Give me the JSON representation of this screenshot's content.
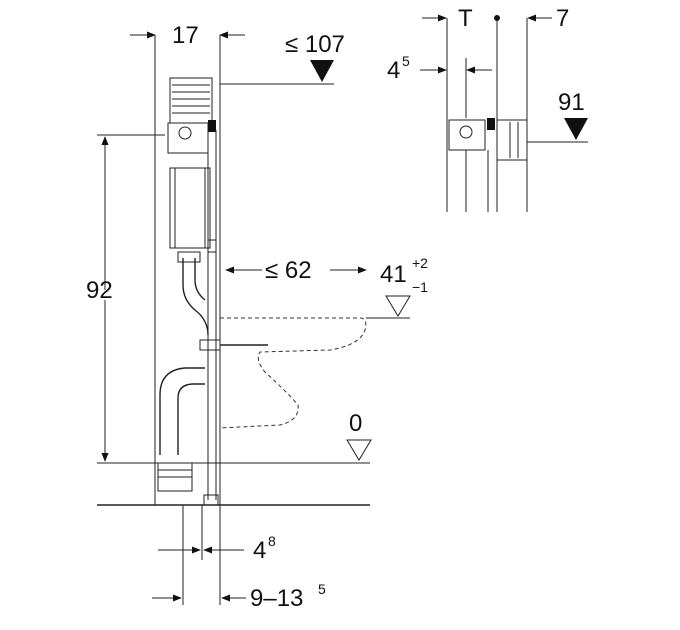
{
  "dimensions": {
    "frame_width": "17",
    "flush_plate_height": "≤ 107",
    "height_92": "92",
    "projection": "≤ 62",
    "seat_height": "41",
    "seat_height_tol_plus": "+2",
    "seat_height_tol_minus": "−1",
    "floor_level": "0",
    "offset_48_base": "4",
    "offset_48_exp": "8",
    "range_base": "9–13",
    "range_exp": "5",
    "t_label": "T",
    "seven": "7",
    "offset_45_base": "4",
    "offset_45_exp": "5",
    "ninetyone": "91"
  }
}
